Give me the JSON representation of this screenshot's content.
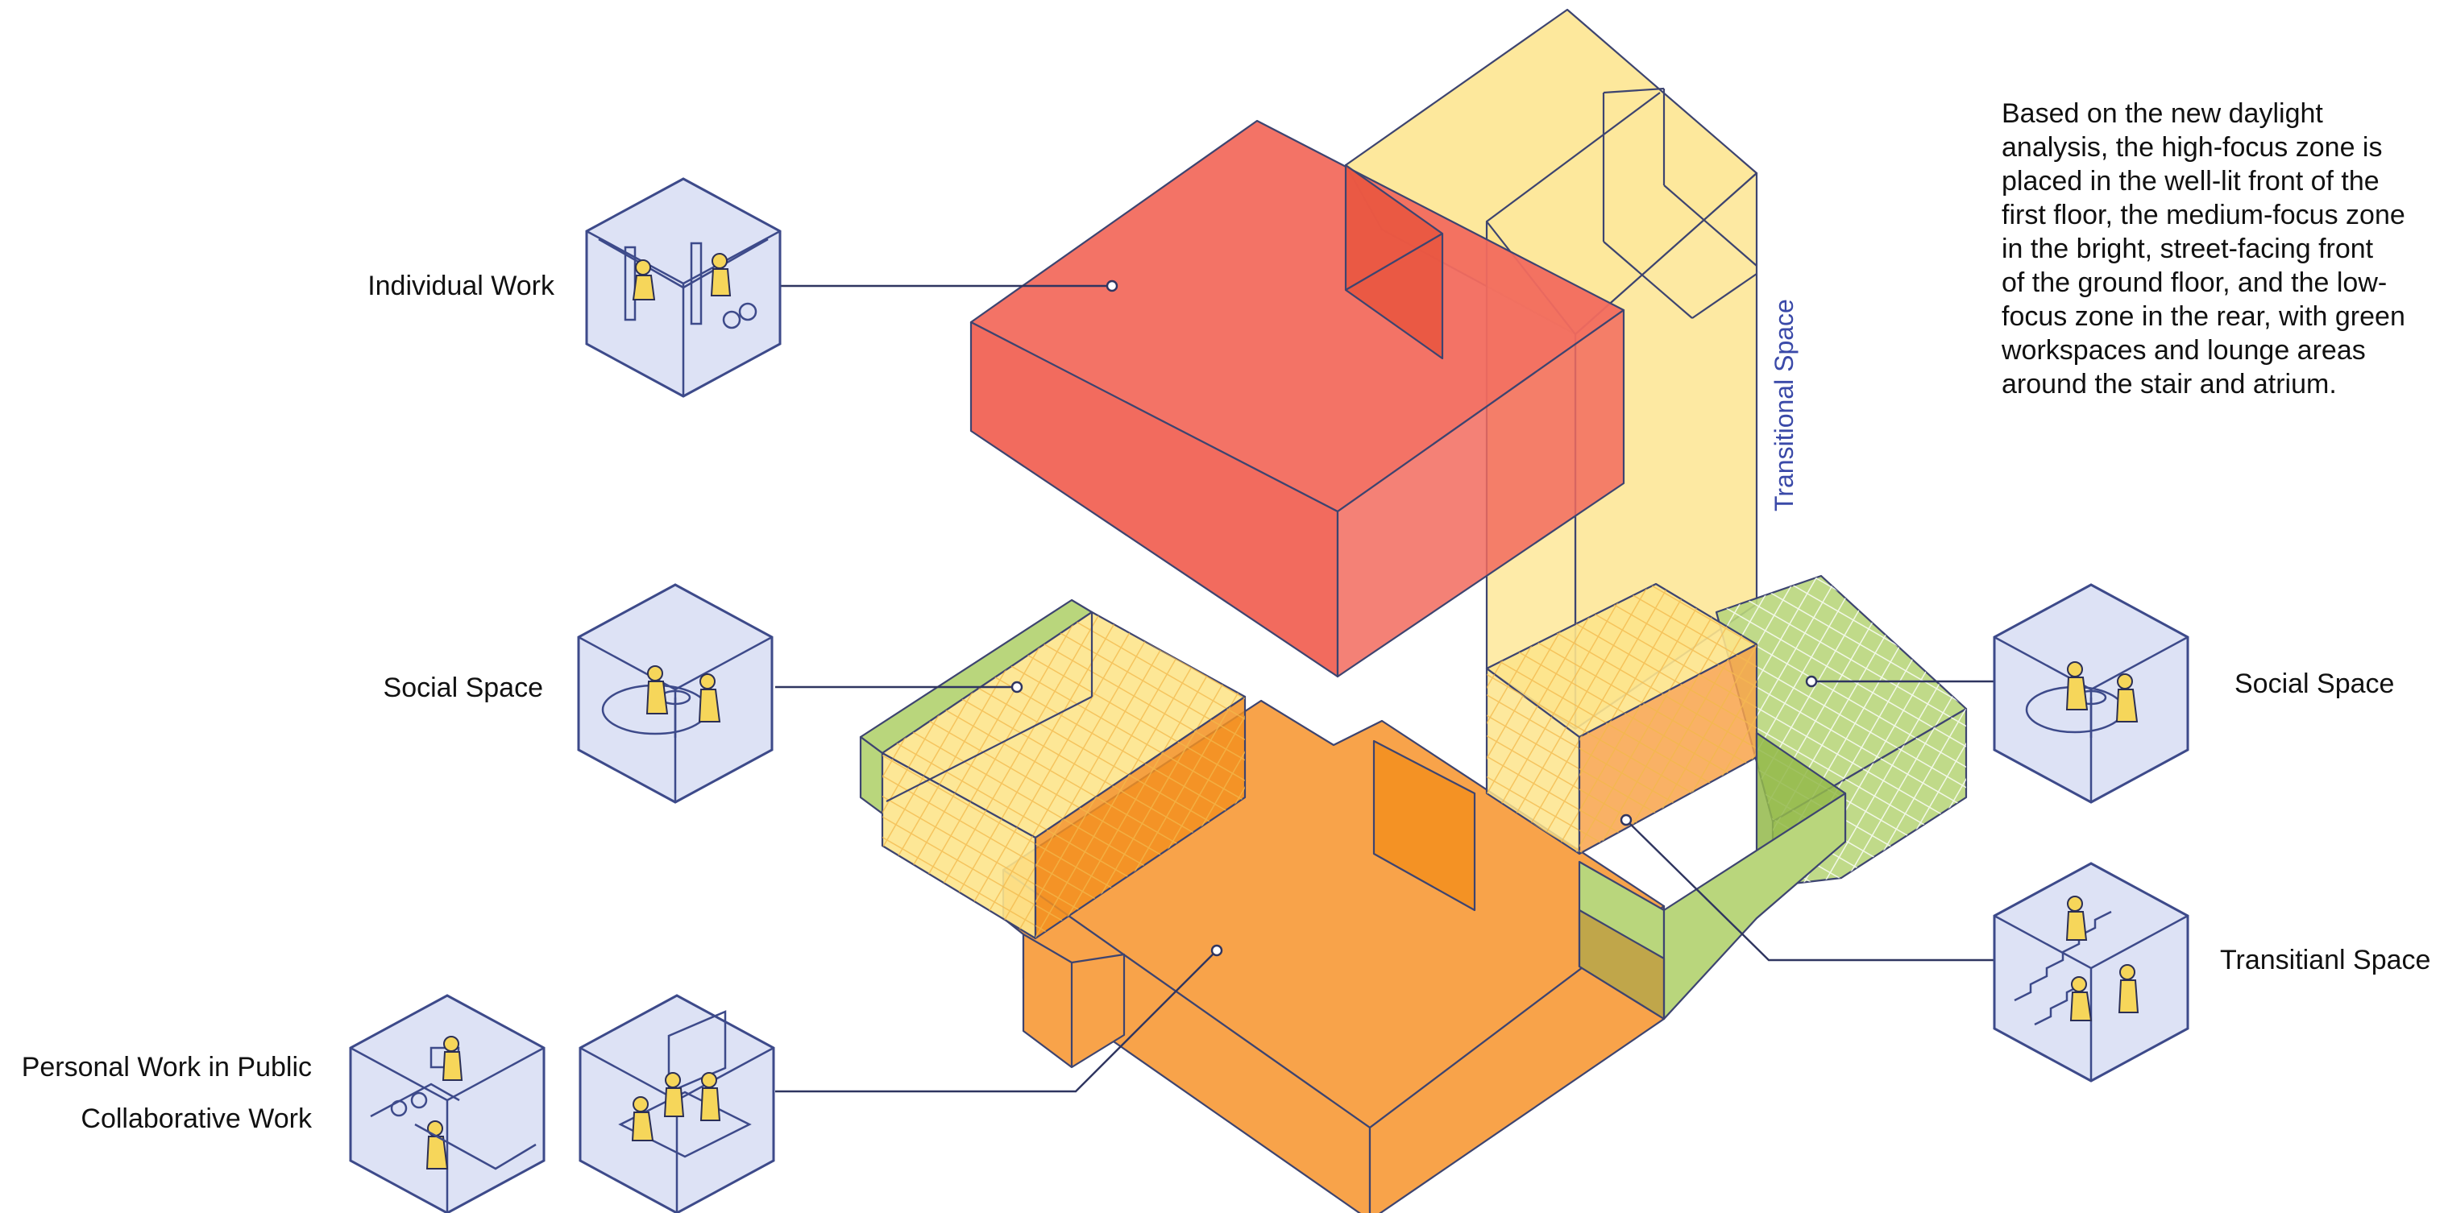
{
  "colors": {
    "red_block": "#f26b5e",
    "orange_block": "#f8a34a",
    "yellow_block": "#fde48b",
    "green_block": "#b9d67c",
    "label_accent": "#3a49a8",
    "icon_fill": "#dde2f5",
    "icon_stroke": "#3d4a8a"
  },
  "labels": {
    "individual_work": "Individual Work",
    "social_space_left": "Social Space",
    "personal_work_public": "Personal Work in Public",
    "collaborative_work": "Collaborative Work",
    "social_space_right": "Social Space",
    "transitional_space_right": "Transitianl Space",
    "transitional_space_vertical": "Transitional Space"
  },
  "description": {
    "lines": [
      "Based on the new daylight",
      "analysis, the high-focus zone is",
      "placed in the well-lit front of the",
      "first floor, the medium-focus zone",
      "in the bright, street-facing front",
      "of the ground floor, and the low-",
      "focus zone in the rear, with green",
      "workspaces and lounge areas",
      "around the stair and atrium."
    ]
  },
  "icons": [
    "individual-work-icon",
    "social-space-left-icon",
    "personal-work-public-icon",
    "collaborative-work-icon",
    "social-space-right-icon",
    "transitional-space-icon"
  ]
}
